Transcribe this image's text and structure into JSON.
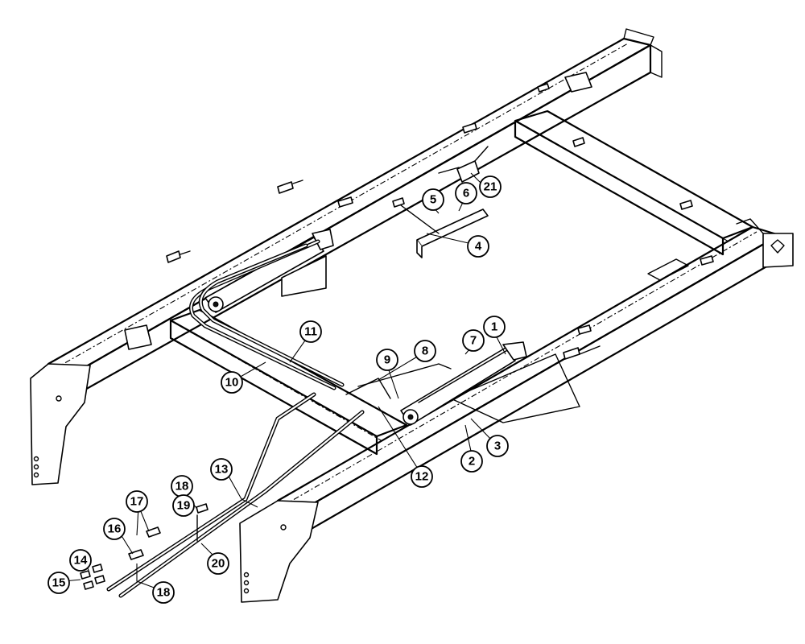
{
  "diagram": {
    "callouts": [
      {
        "id": "c1",
        "label": "1"
      },
      {
        "id": "c2",
        "label": "2"
      },
      {
        "id": "c3",
        "label": "3"
      },
      {
        "id": "c4",
        "label": "4"
      },
      {
        "id": "c5",
        "label": "5"
      },
      {
        "id": "c6",
        "label": "6"
      },
      {
        "id": "c7",
        "label": "7"
      },
      {
        "id": "c8",
        "label": "8"
      },
      {
        "id": "c9",
        "label": "9"
      },
      {
        "id": "c10",
        "label": "10"
      },
      {
        "id": "c11",
        "label": "11"
      },
      {
        "id": "c12",
        "label": "12"
      },
      {
        "id": "c13",
        "label": "13"
      },
      {
        "id": "c14",
        "label": "14"
      },
      {
        "id": "c15",
        "label": "15"
      },
      {
        "id": "c16",
        "label": "16"
      },
      {
        "id": "c17",
        "label": "17"
      },
      {
        "id": "c18a",
        "label": "18"
      },
      {
        "id": "c18b",
        "label": "18"
      },
      {
        "id": "c19",
        "label": "19"
      },
      {
        "id": "c20",
        "label": "20"
      },
      {
        "id": "c21",
        "label": "21"
      }
    ]
  }
}
